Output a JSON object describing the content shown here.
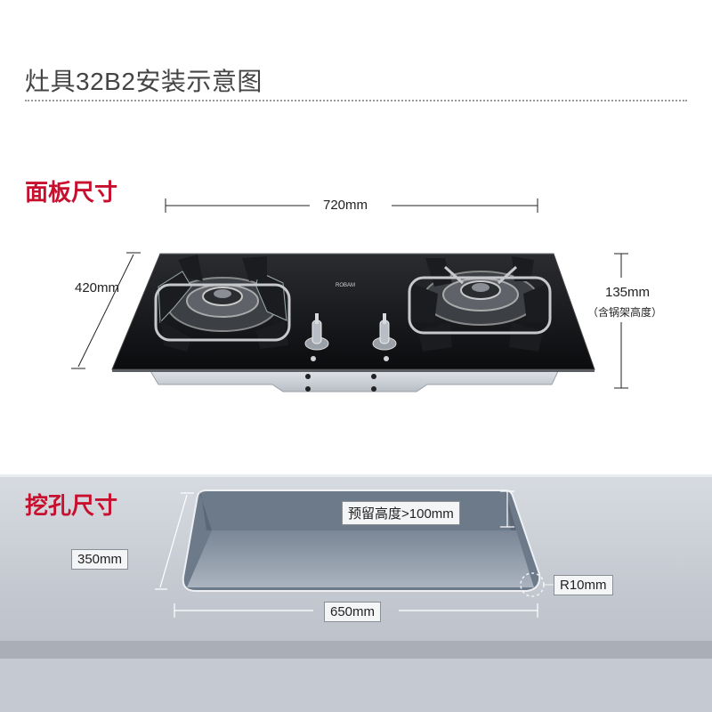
{
  "header": {
    "title": "灶具32B2安装示意图"
  },
  "panel": {
    "heading": "面板尺寸",
    "width_label": "720mm",
    "depth_label": "420mm",
    "height_label": "135mm",
    "height_note": "（含锅架高度）",
    "brand_mark": "ROBAM"
  },
  "cutout": {
    "heading": "挖孔尺寸",
    "reserve_label": "预留高度>100mm",
    "depth_label": "350mm",
    "width_label": "650mm",
    "radius_label": "R10mm"
  },
  "colors": {
    "accent": "#c8102e",
    "glass": "#111214",
    "counter": "#c9ced6"
  }
}
